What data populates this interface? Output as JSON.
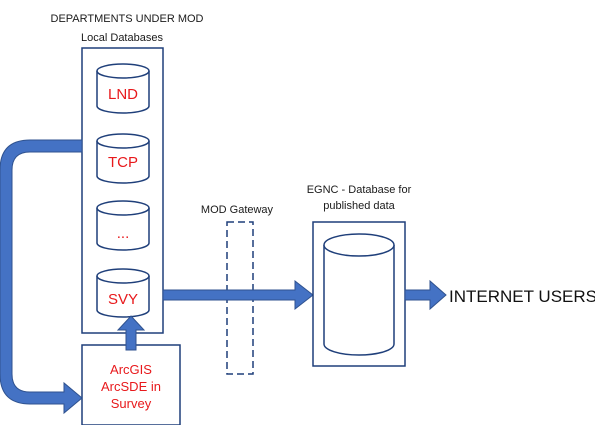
{
  "diagram": {
    "departments_title": "DEPARTMENTS UNDER MOD",
    "local_db_title": "Local Databases",
    "databases": [
      {
        "label": "LND"
      },
      {
        "label": "TCP"
      },
      {
        "label": "..."
      },
      {
        "label": "SVY"
      }
    ],
    "arcgis_lines": [
      "ArcGIS",
      "ArcSDE in",
      "Survey"
    ],
    "gateway_label": "MOD Gateway",
    "egnc_lines": [
      "EGNC - Database for",
      "published data"
    ],
    "internet_label": "INTERNET USERS",
    "colors": {
      "box_stroke": "#1f3f7a",
      "arrow_fill": "#4472c4",
      "arrow_stroke": "#2f528f",
      "db_text": "#e8191c"
    }
  }
}
